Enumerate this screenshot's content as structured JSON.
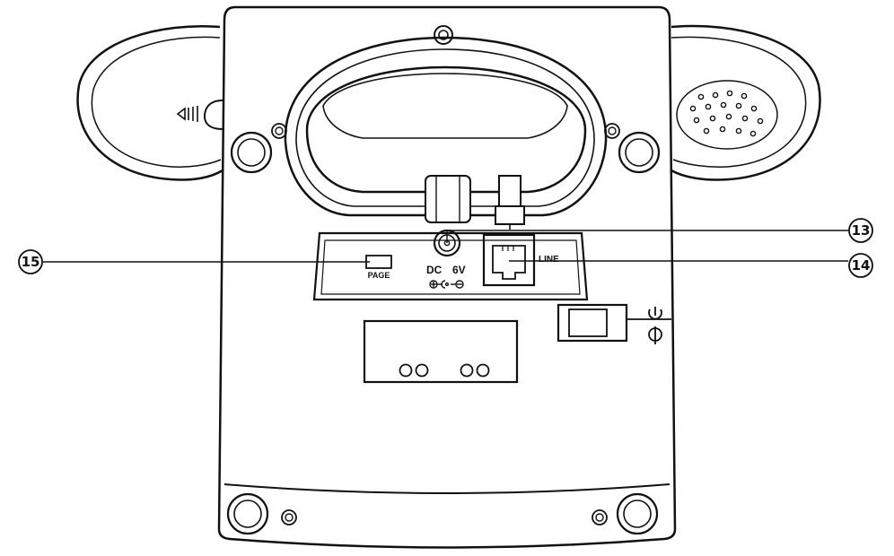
{
  "labels": {
    "page": "PAGE",
    "dc": "DC",
    "volts": "6V",
    "line": "LINE"
  },
  "callouts": {
    "c13": "13",
    "c14": "14",
    "c15": "15"
  },
  "icons": {
    "polarity": "dc-polarity-icon",
    "power_on": "power-on-icon",
    "power_off": "power-off-icon"
  },
  "colors": {
    "stroke": "#111111",
    "fill": "#ffffff"
  }
}
